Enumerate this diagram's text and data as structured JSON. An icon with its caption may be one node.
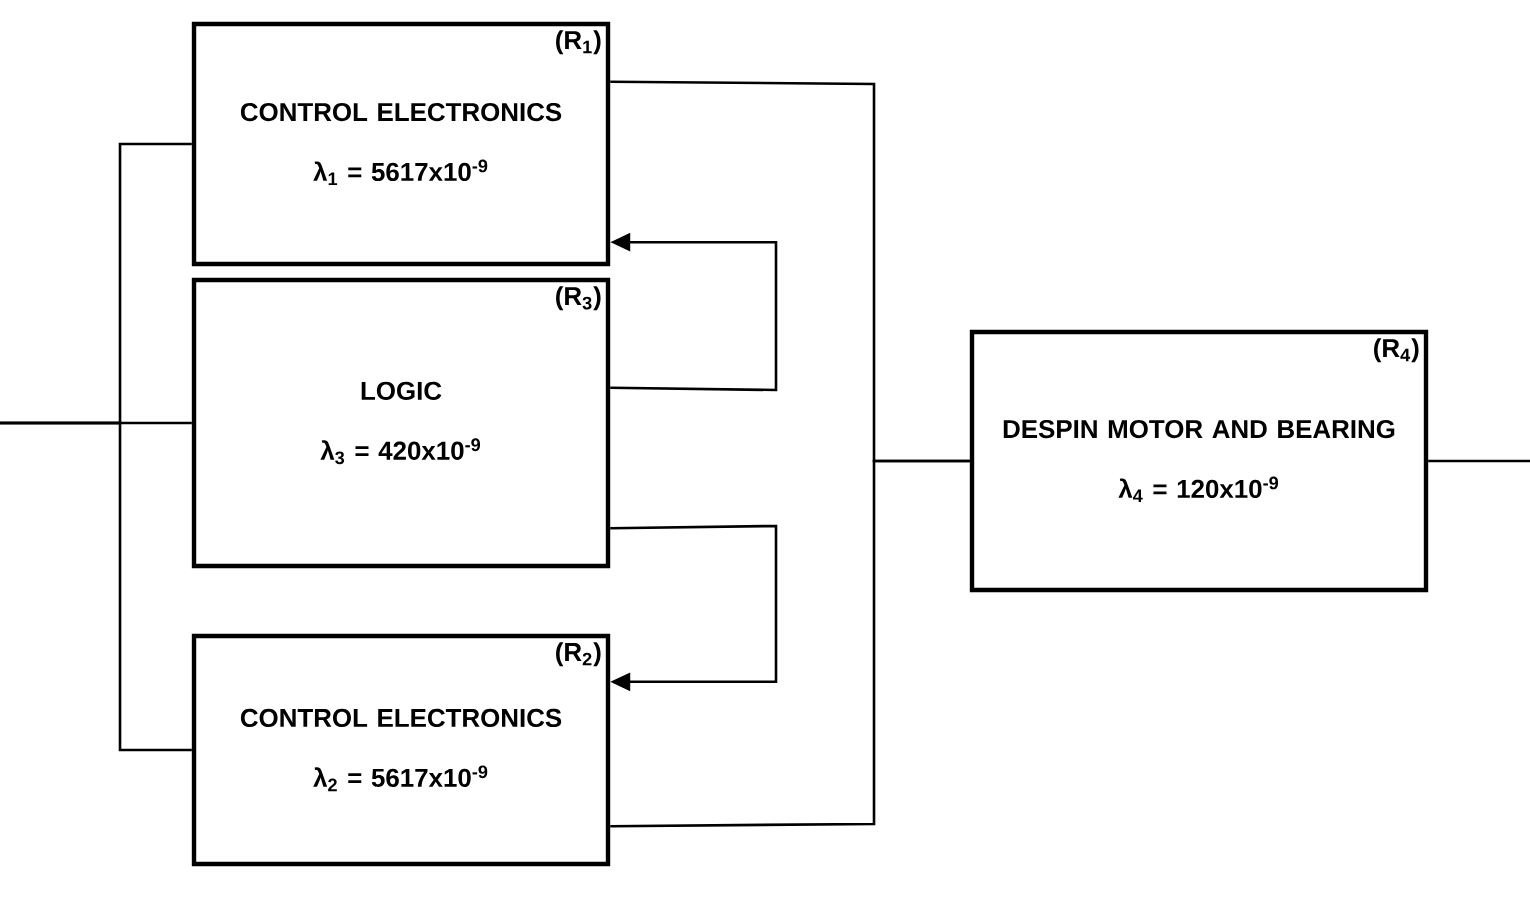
{
  "diagram": {
    "nodes": [
      {
        "text": [
          "(R$_{1}$)",
          "CONTROL ELECTRONICS",
          "λ$_{1}$ = 5617x10$^{-9}$"
        ]
      },
      {
        "text": [
          "(R$_{3}$)",
          "LOGIC",
          "λ$_{3}$ = 420x10$^{-9}$"
        ]
      },
      {
        "text": [
          "(R$_{2}$)",
          "CONTROL ELECTRONICS",
          "λ$_{2}$ = 5617x10$^{-9}$"
        ]
      },
      {
        "text": [
          "(R$_{4}$)",
          "DESPIN MOTOR AND BEARING",
          "λ$_{4}$ = 120x10$^{-9}$"
        ]
      }
    ],
    "edges": [
      {
        "from": null,
        "to": 0,
        "arrow": "none"
      },
      {
        "from": null,
        "to": 1,
        "arrow": "none"
      },
      {
        "from": null,
        "to": 2,
        "arrow": "none"
      },
      {
        "from": 0,
        "to": 3,
        "arrow": "none"
      },
      {
        "from": 2,
        "to": 3,
        "arrow": "none"
      },
      {
        "from": 1,
        "to": 0,
        "arrow": "to"
      },
      {
        "from": 1,
        "to": 2,
        "arrow": "to"
      },
      {
        "from": 3,
        "to": null,
        "arrow": "none"
      }
    ]
  }
}
